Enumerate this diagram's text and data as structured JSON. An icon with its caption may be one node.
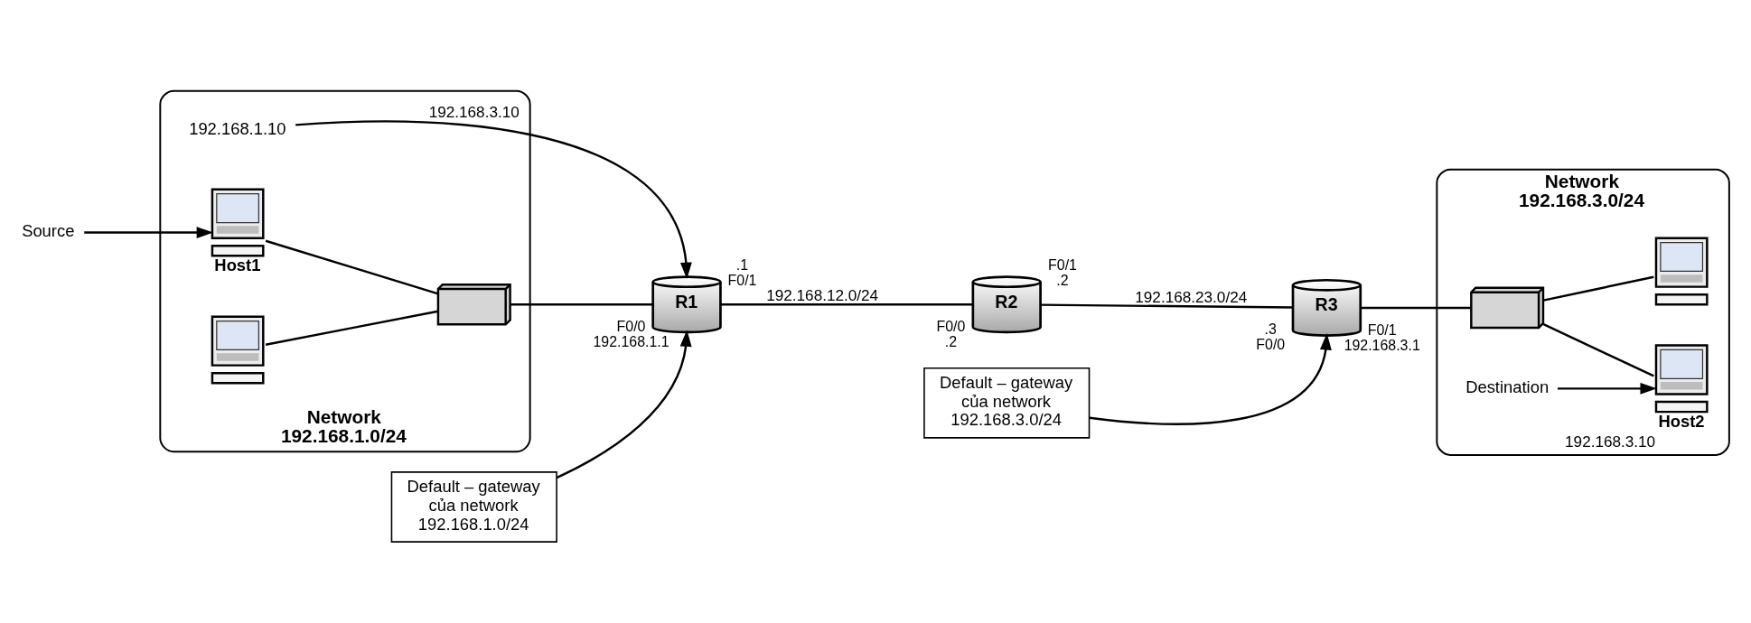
{
  "diagram": {
    "nodes": [
      {
        "text": [
          "Source"
        ]
      },
      {
        "text": [
          "Network 192.168.1.0/24"
        ]
      },
      {
        "text": [
          "Host1"
        ],
        "in": 1
      },
      {
        "text": [
          "192.168.1.10"
        ],
        "in": 1
      },
      {
        "text": [],
        "shape": "picture",
        "in": 1
      },
      {
        "text": [],
        "shape": "picture",
        "in": 1
      },
      {
        "text": [
          "R2"
        ],
        "beside": [
          "F0/0",
          ".2",
          "F0/1",
          ".2"
        ]
      },
      {
        "text": [
          "R1"
        ],
        "beside": [
          ".1",
          "F0/1",
          "F0/0",
          "192.168.1.1"
        ]
      },
      {
        "text": [
          "Default – gateway của network 192.168.1.0/24"
        ]
      },
      {
        "text": [
          "R3"
        ],
        "beside": [
          ".3",
          "F0/0",
          "F0/1",
          "192.168.3.1"
        ]
      },
      {
        "text": [
          "Network 192.168.3.0/24"
        ]
      },
      {
        "text": [],
        "shape": "picture",
        "in": 10
      },
      {
        "text": [],
        "shape": "picture",
        "in": 10
      },
      {
        "text": [
          "Destination"
        ],
        "in": 10
      },
      {
        "text": [
          "Host2"
        ],
        "beside": [
          "192.168.3.10"
        ],
        "in": 10
      },
      {
        "text": [
          "Default – gateway của network 192.168.3.0/24"
        ]
      }
    ],
    "edges": [
      {
        "from": 0,
        "to": 2,
        "arrow": "to"
      },
      {
        "from": 2,
        "to": 4,
        "arrow": "none"
      },
      {
        "from": 5,
        "to": 4,
        "arrow": "none"
      },
      {
        "from": 3,
        "to": 7,
        "arrow": "to",
        "label": "192.168.3.10"
      },
      {
        "from": 4,
        "to": 7,
        "arrow": "none"
      },
      {
        "from": 7,
        "to": 6,
        "arrow": "none",
        "label": "192.168.12.0/24"
      },
      {
        "from": 6,
        "to": 9,
        "arrow": "none",
        "label": "192.168.23.0/24"
      },
      {
        "from": 8,
        "to": 7,
        "arrow": "to"
      },
      {
        "from": 9,
        "to": 12,
        "arrow": "none"
      },
      {
        "from": 15,
        "to": 9,
        "arrow": "to"
      },
      {
        "from": 12,
        "to": 11,
        "arrow": "none"
      },
      {
        "from": 12,
        "to": 14,
        "arrow": "none"
      },
      {
        "from": 13,
        "to": 14,
        "arrow": "to"
      }
    ]
  }
}
